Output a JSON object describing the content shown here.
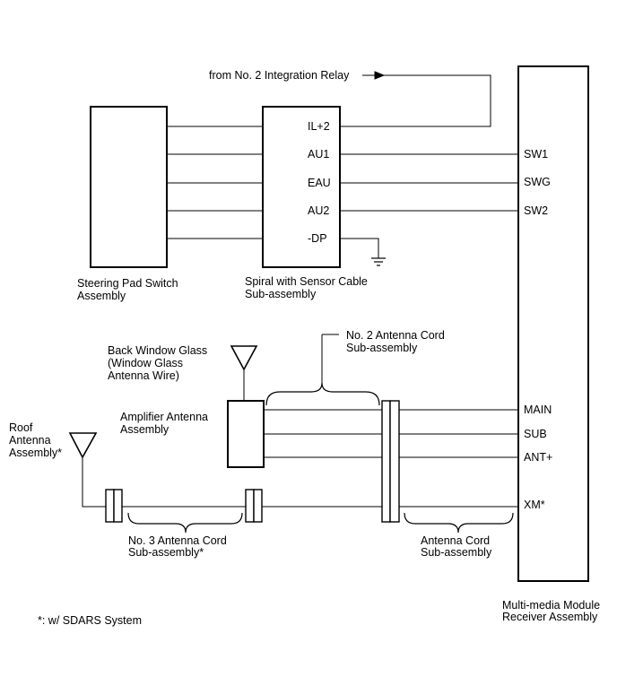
{
  "relay_label": "from No. 2 Integration Relay",
  "components": {
    "steering_pad": [
      "Steering Pad Switch",
      "Assembly"
    ],
    "spiral_cable": [
      "Spiral with Sensor Cable",
      "Sub-assembly"
    ],
    "back_window": [
      "Back Window Glass",
      "(Window Glass",
      "Antenna Wire)"
    ],
    "amplifier": [
      "Amplifier Antenna",
      "Assembly"
    ],
    "roof_antenna": [
      "Roof",
      "Antenna",
      "Assembly*"
    ],
    "no2_cord": [
      "No. 2 Antenna Cord",
      "Sub-assembly"
    ],
    "no3_cord": [
      "No. 3 Antenna Cord",
      "Sub-assembly*"
    ],
    "antenna_cord": [
      "Antenna Cord",
      "Sub-assembly"
    ],
    "receiver": [
      "Multi-media Module",
      "Receiver Assembly"
    ]
  },
  "spiral_pins": [
    "IL+2",
    "AU1",
    "EAU",
    "AU2",
    "-DP"
  ],
  "receiver_pins": [
    "SW1",
    "SWG",
    "SW2",
    "MAIN",
    "SUB",
    "ANT+",
    "XM*"
  ],
  "footnote": "*: w/ SDARS System"
}
